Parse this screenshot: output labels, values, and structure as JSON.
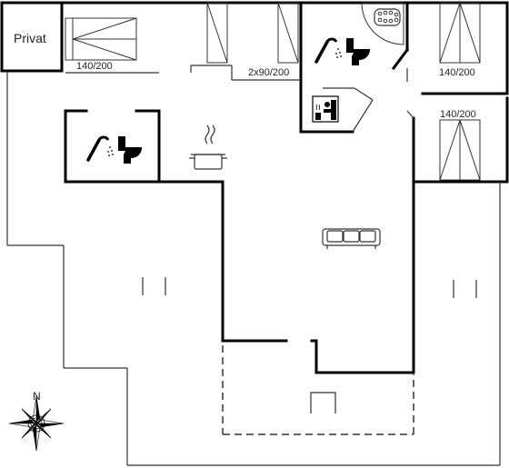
{
  "rooms": {
    "private_label": "Privat",
    "bed_top_left": "140/200",
    "bed_top_middle": "2x90/200",
    "bed_top_right": "140/200",
    "bed_right": "140/200"
  },
  "compass": {
    "north_label": "N"
  },
  "icons": {
    "shower": "shower-icon",
    "toilet": "toilet-icon",
    "sauna": "sauna-icon",
    "spa": "whirlpool-icon",
    "kitchen": "cooking-pot-icon",
    "living": "sofa-icon",
    "compass": "compass-rose-icon"
  },
  "colors": {
    "wall": "#000000",
    "thin": "#333333",
    "background": "#ffffff"
  }
}
